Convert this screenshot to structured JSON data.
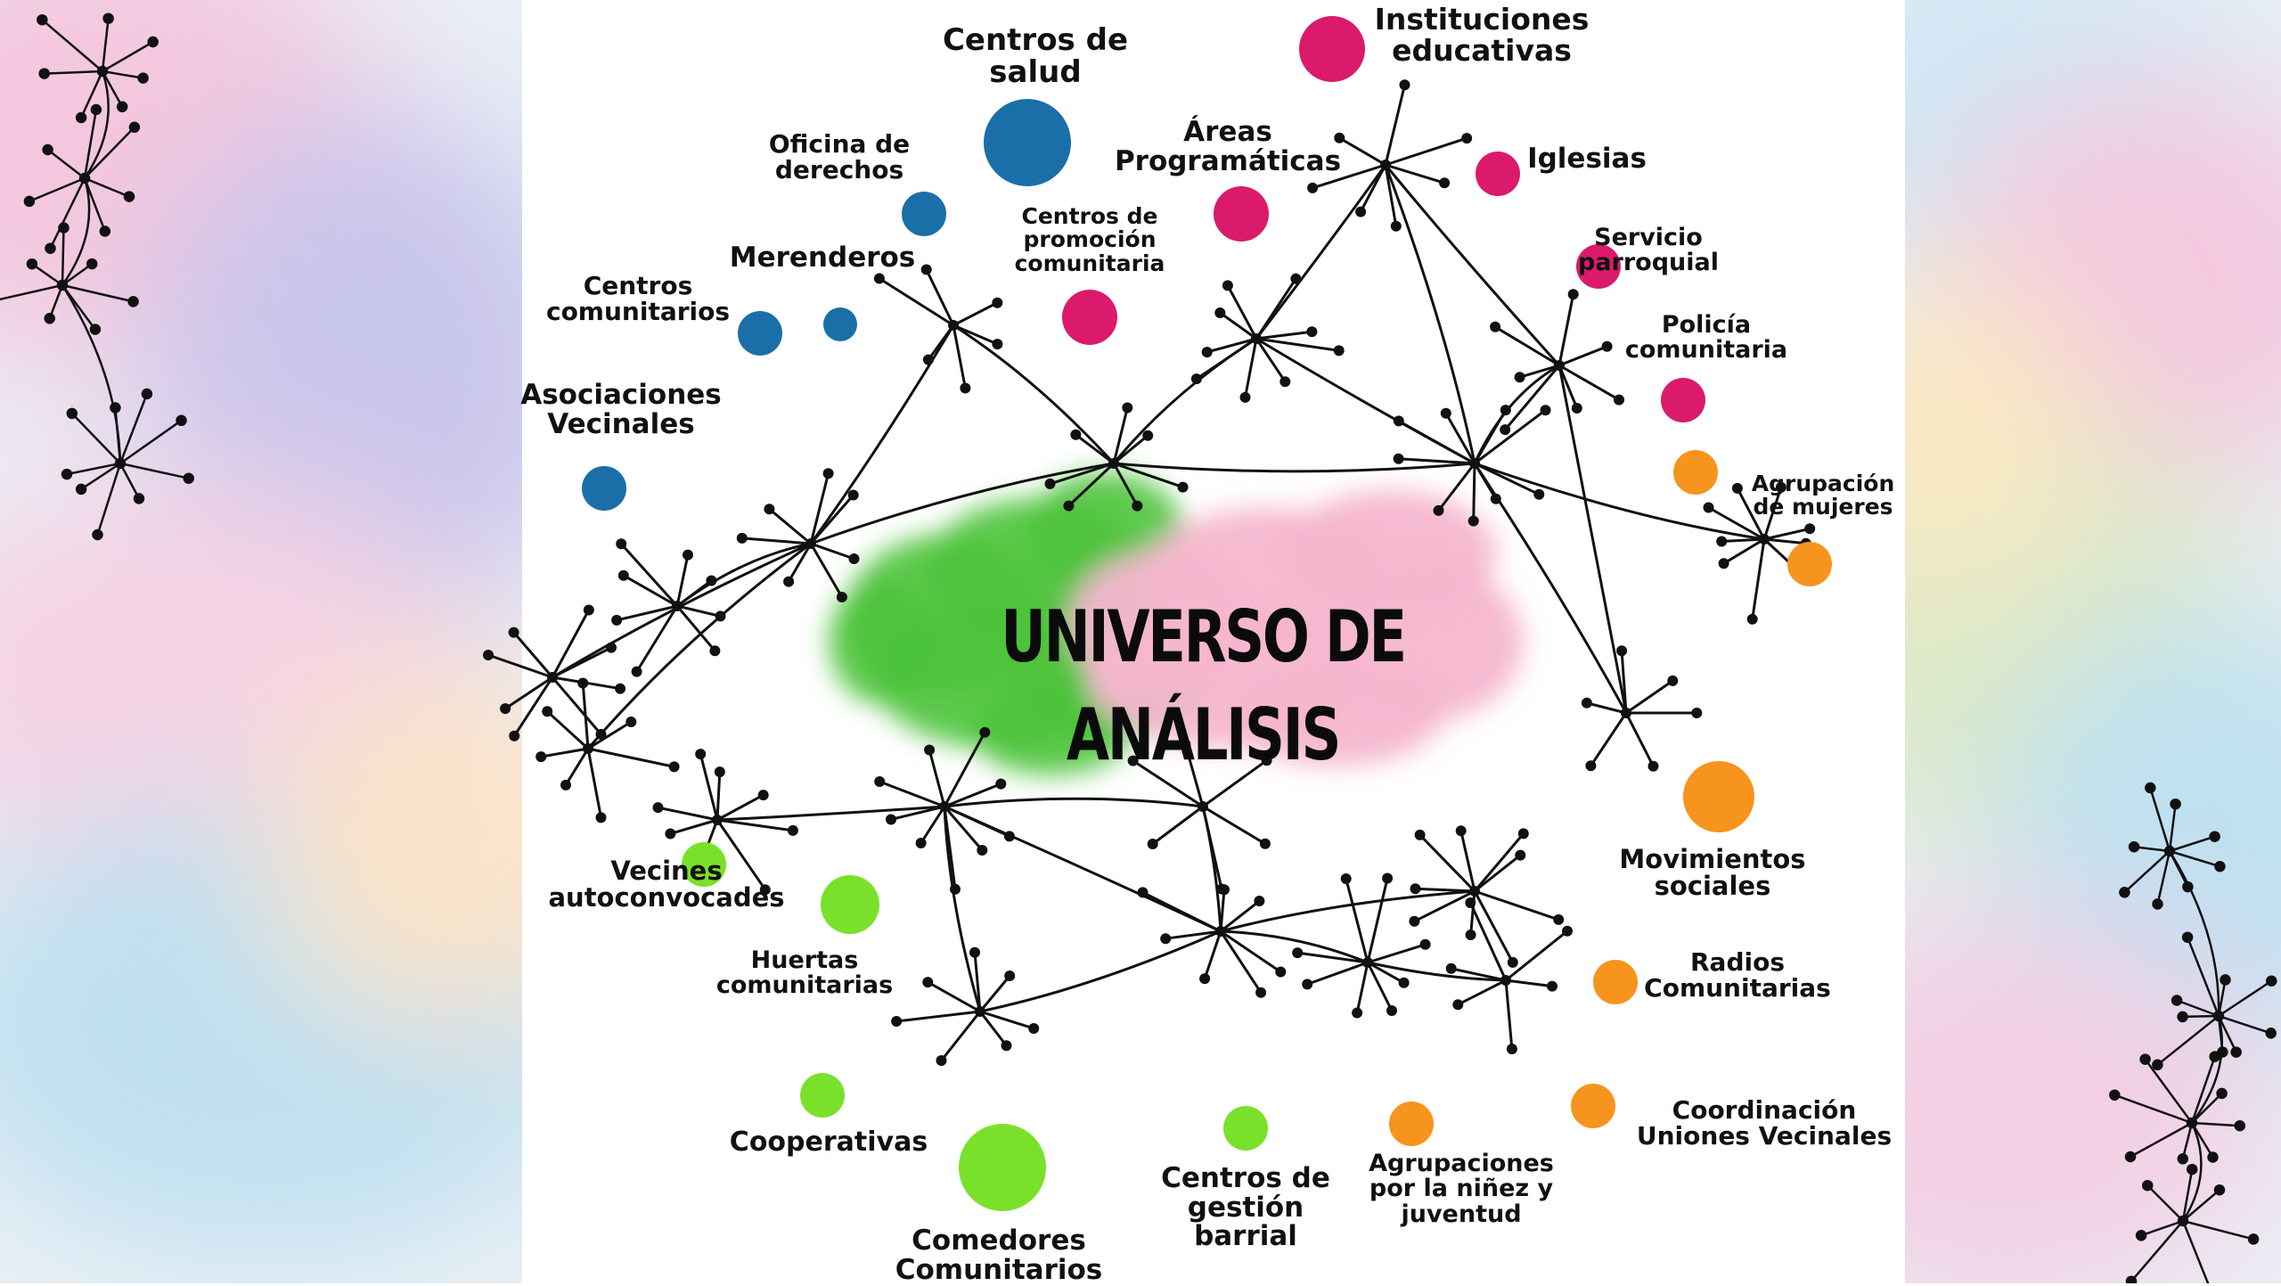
{
  "title": "UNIVERSO DE ANÁLISIS",
  "colors": {
    "blue": "#1a6fa8",
    "magenta": "#db1a6b",
    "orange": "#f7941d",
    "green": "#7ae12a",
    "splash_green": "#4cc33c",
    "splash_pink": "#f6b6cf"
  },
  "actors": [
    {
      "id": "centros-de-salud",
      "lines": [
        "Centros de",
        "salud"
      ],
      "color": "blue"
    },
    {
      "id": "oficina-de-derechos",
      "lines": [
        "Oficina de",
        "derechos"
      ],
      "color": "blue"
    },
    {
      "id": "merenderos",
      "lines": [
        "Merenderos"
      ],
      "color": "blue"
    },
    {
      "id": "centros-comunitarios",
      "lines": [
        "Centros",
        "comunitarios"
      ],
      "color": "blue"
    },
    {
      "id": "asociaciones-vecinales",
      "lines": [
        "Asociaciones",
        "Vecinales"
      ],
      "color": "blue"
    },
    {
      "id": "instituciones-educativas",
      "lines": [
        "Instituciones",
        "educativas"
      ],
      "color": "magenta"
    },
    {
      "id": "areas-programaticas",
      "lines": [
        "Áreas",
        "Programáticas"
      ],
      "color": "magenta"
    },
    {
      "id": "centros-de-promocion-comunitaria",
      "lines": [
        "Centros de",
        "promoción",
        "comunitaria"
      ],
      "color": "magenta"
    },
    {
      "id": "iglesias",
      "lines": [
        "Iglesias"
      ],
      "color": "magenta"
    },
    {
      "id": "servicio-parroquial",
      "lines": [
        "Servicio",
        "parroquial"
      ],
      "color": "magenta"
    },
    {
      "id": "policia-comunitaria",
      "lines": [
        "Policía",
        "comunitaria"
      ],
      "color": "magenta"
    },
    {
      "id": "agrupacion-de-mujeres",
      "lines": [
        "Agrupación",
        "de mujeres"
      ],
      "color": "orange"
    },
    {
      "id": "movimientos-sociales",
      "lines": [
        "Movimientos",
        "sociales"
      ],
      "color": "orange"
    },
    {
      "id": "radios-comunitarias",
      "lines": [
        "Radios",
        "Comunitarias"
      ],
      "color": "orange"
    },
    {
      "id": "coordinacion-uniones-vecinales",
      "lines": [
        "Coordinación",
        "Uniones Vecinales"
      ],
      "color": "orange"
    },
    {
      "id": "agrupaciones-ninez-juventud",
      "lines": [
        "Agrupaciones",
        "por la niñez y",
        "juventud"
      ],
      "color": "orange"
    },
    {
      "id": "centros-de-gestion-barrial",
      "lines": [
        "Centros de",
        "gestión",
        "barrial"
      ],
      "color": "green"
    },
    {
      "id": "comedores-comunitarios",
      "lines": [
        "Comedores",
        "Comunitarios"
      ],
      "color": "green"
    },
    {
      "id": "cooperativas",
      "lines": [
        "Cooperativas"
      ],
      "color": "green"
    },
    {
      "id": "huertas-comunitarias",
      "lines": [
        "Huertas",
        "comunitarias"
      ],
      "color": "green"
    },
    {
      "id": "vecines-autoconvocades",
      "lines": [
        "Vecines",
        "autoconvocades"
      ],
      "color": "green"
    }
  ]
}
